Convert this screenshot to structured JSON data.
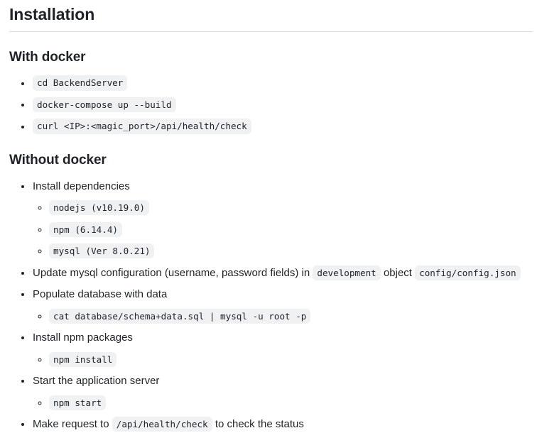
{
  "document": {
    "title": "Installation",
    "sections": [
      {
        "heading": "With docker",
        "items": [
          {
            "code": "cd BackendServer"
          },
          {
            "code": "docker-compose up --build"
          },
          {
            "code": "curl <IP>:<magic_port>/api/health/check"
          }
        ]
      },
      {
        "heading": "Without docker",
        "items": [
          {
            "text": "Install dependencies",
            "sub": [
              {
                "code": "nodejs (v10.19.0)"
              },
              {
                "code": "npm (6.14.4)"
              },
              {
                "code": "mysql (Ver 8.0.21)"
              }
            ]
          },
          {
            "text_before": "Update mysql configuration (username, password fields) in",
            "code1": "development",
            "text_middle": "object",
            "code2": "config/config.json"
          },
          {
            "text": "Populate database with data",
            "sub": [
              {
                "code": "cat database/schema+data.sql | mysql -u root -p"
              }
            ]
          },
          {
            "text": "Install npm packages",
            "sub": [
              {
                "code": "npm install"
              }
            ]
          },
          {
            "text": "Start the application server",
            "sub": [
              {
                "code": "npm start"
              }
            ]
          },
          {
            "text_before": "Make request to",
            "code1": "/api/health/check",
            "text_after": "to check the status"
          }
        ]
      }
    ]
  },
  "colors": {
    "text": "#1f2328",
    "code_bg": "#eff1f3",
    "rule": "#d8dee4",
    "page_bg": "#ffffff"
  }
}
